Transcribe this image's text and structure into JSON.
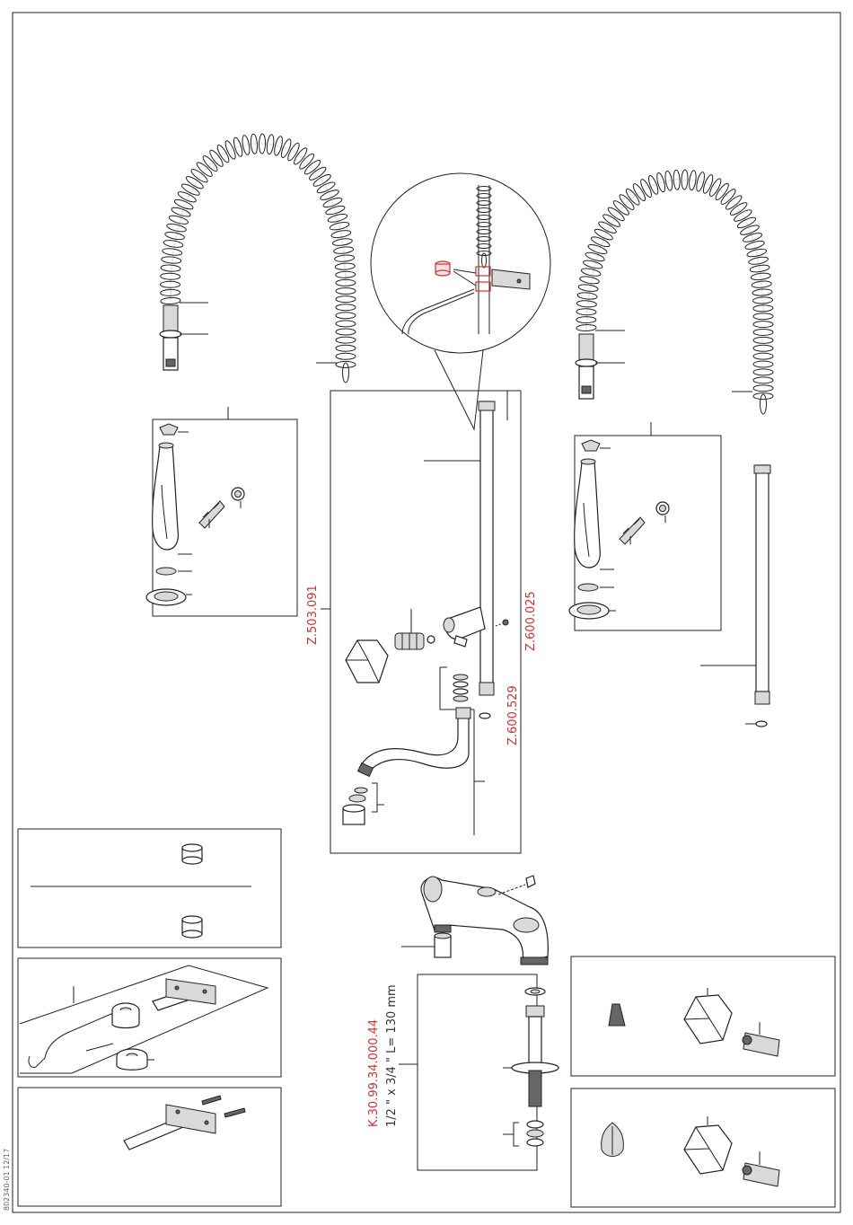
{
  "part_numbers": {
    "riser_kit": "Z.503.091",
    "grub_screw": "Z.600.025",
    "spout_washer": "Z.600.529",
    "extension_code": "K.30.99.34.000.44",
    "extension_spec": "1/2 \" x 3/4 \" L= 130 mm"
  },
  "document_code": "802340-01 12/17",
  "colors": {
    "highlight": "#d32f2f",
    "line": "#222222"
  }
}
